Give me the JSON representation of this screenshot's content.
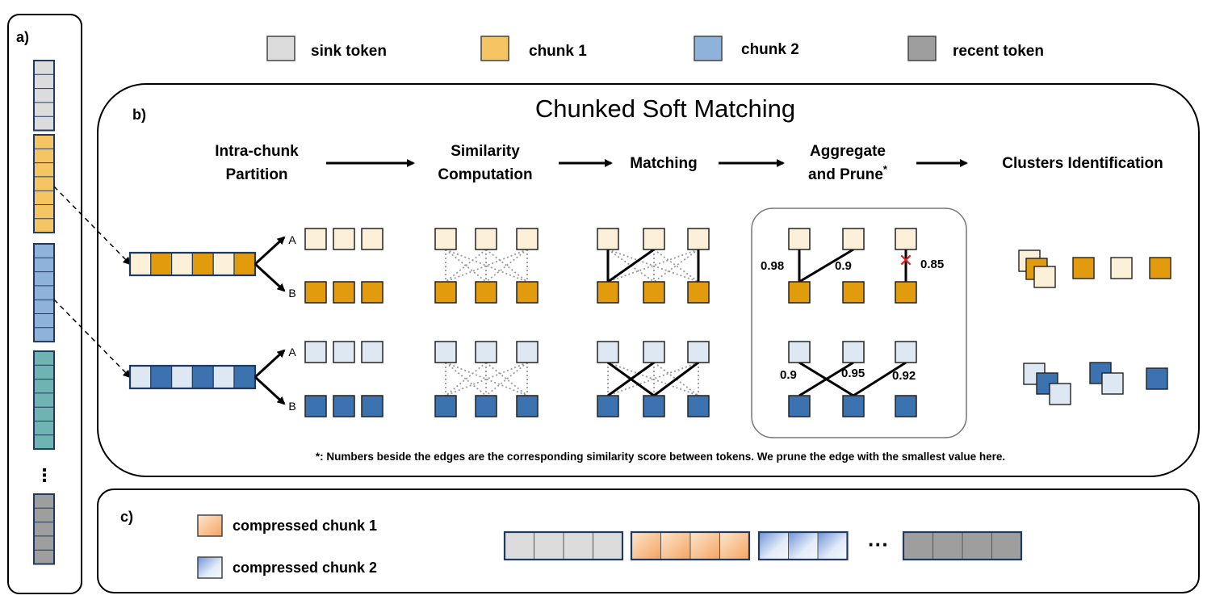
{
  "colors": {
    "sink": "#dcdcdc",
    "chunk1": "#f5c463",
    "chunk2": "#8fb2db",
    "recent": "#9e9e9e",
    "chunk3": "#6fb3b3",
    "lightOrange": "#fdf0d8",
    "darkOrange": "#e39b0e",
    "lightBlue": "#dde8f3",
    "darkBlue": "#3d72b1",
    "border": "#1f3a5f",
    "prune": "#e02020"
  },
  "panel_a": {
    "label": "a)",
    "ellipsis": "⋮"
  },
  "legend": {
    "sink": "sink token",
    "chunk1": "chunk 1",
    "chunk2": "chunk 2",
    "recent": "recent token"
  },
  "panel_b": {
    "label": "b)",
    "title": "Chunked Soft Matching",
    "steps": {
      "s1_l1": "Intra-chunk",
      "s1_l2": "Partition",
      "s2_l1": "Similarity",
      "s2_l2": "Computation",
      "s3": "Matching",
      "s4_l1": "Aggregate",
      "s4_l2": "and Prune",
      "s4_sup": "*",
      "s5": "Clusters Identification"
    },
    "set_a": "A",
    "set_b": "B",
    "scores_chunk1": [
      "0.98",
      "0.9",
      "0.85"
    ],
    "scores_chunk2": [
      "0.9",
      "0.95",
      "0.92"
    ],
    "prune_mark": "✕",
    "footnote": "*: Numbers beside the edges are the corresponding similarity score between tokens. We prune the edge with the smallest value here."
  },
  "panel_c": {
    "label": "c)",
    "legend_chunk1": "compressed chunk 1",
    "legend_chunk2": "compressed chunk 2",
    "ellipsis": "···"
  }
}
